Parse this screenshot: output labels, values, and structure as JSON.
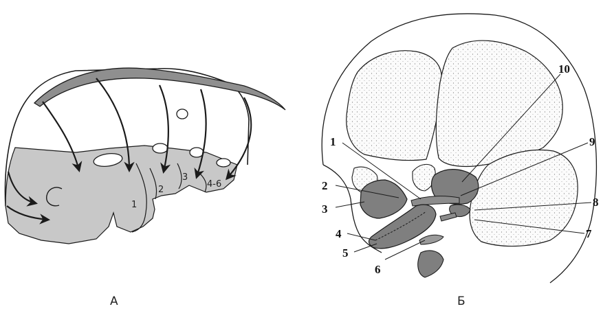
{
  "panel_a": {
    "caption": "А",
    "labels": {
      "l1": "1",
      "l2": "2",
      "l3": "3",
      "l46": "4-6"
    }
  },
  "panel_b": {
    "caption": "Б",
    "labels": {
      "n1": "1",
      "n2": "2",
      "n3": "3",
      "n4": "4",
      "n5": "5",
      "n6": "6",
      "n7": "7",
      "n8": "8",
      "n9": "9",
      "n10": "10"
    }
  },
  "colors": {
    "embryo_fill": "#c8c8c8",
    "bone_fill": "#7f7f7f",
    "outline": "#1a1a1a"
  }
}
